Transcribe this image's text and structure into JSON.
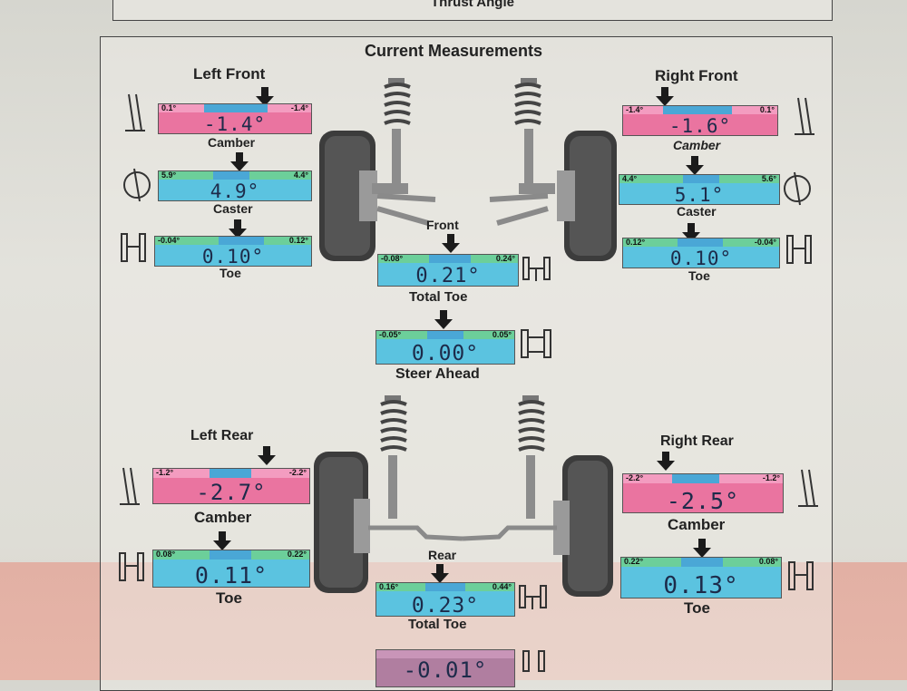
{
  "top_box": {
    "title": "Thrust Angle"
  },
  "heading": "Current Measurements",
  "left_front": {
    "title": "Left Front",
    "camber": {
      "label": "Camber",
      "value": "-1.4°",
      "min": "0.1°",
      "max": "-1.4°"
    },
    "caster": {
      "label": "Caster",
      "value": "4.9°",
      "min": "5.9°",
      "max": "4.4°"
    },
    "toe": {
      "label": "Toe",
      "value": "0.10°",
      "min": "-0.04°",
      "max": "0.12°"
    }
  },
  "right_front": {
    "title": "Right Front",
    "camber": {
      "label": "Camber",
      "value": "-1.6°",
      "min": "-1.4°",
      "max": "0.1°"
    },
    "caster": {
      "label": "Caster",
      "value": "5.1°",
      "min": "4.4°",
      "max": "5.6°"
    },
    "toe": {
      "label": "Toe",
      "value": "0.10°",
      "min": "0.12°",
      "max": "-0.04°"
    }
  },
  "front_total_toe": {
    "header": "Front",
    "label": "Total Toe",
    "value": "0.21°",
    "min": "-0.08°",
    "max": "0.24°"
  },
  "steer_ahead": {
    "label": "Steer Ahead",
    "value": "0.00°",
    "min": "-0.05°",
    "max": "0.05°"
  },
  "left_rear": {
    "title": "Left Rear",
    "camber": {
      "label": "Camber",
      "value": "-2.7°",
      "min": "-1.2°",
      "max": "-2.2°"
    },
    "toe": {
      "label": "Toe",
      "value": "0.11°",
      "min": "0.08°",
      "max": "0.22°"
    }
  },
  "right_rear": {
    "title": "Right Rear",
    "camber": {
      "label": "Camber",
      "value": "-2.5°",
      "min": "-2.2°",
      "max": "-1.2°"
    },
    "toe": {
      "label": "Toe",
      "value": "0.13°",
      "min": "0.22°",
      "max": "0.08°"
    }
  },
  "rear_total_toe": {
    "header": "Rear",
    "label": "Total Toe",
    "value": "0.23°",
    "min": "0.16°",
    "max": "0.44°"
  },
  "thrust_partial": {
    "value": "-0.01°"
  },
  "colors": {
    "out_of_spec": "#ea74a0",
    "in_spec": "#5bc3e0",
    "spec_band": "#6ccf9a",
    "pink_band": "#f39cc0"
  },
  "icons": [
    "camber-icon",
    "caster-icon",
    "toe-icon",
    "total-toe-icon",
    "steer-ahead-icon",
    "suspension-strut-icon",
    "wheel-icon"
  ]
}
